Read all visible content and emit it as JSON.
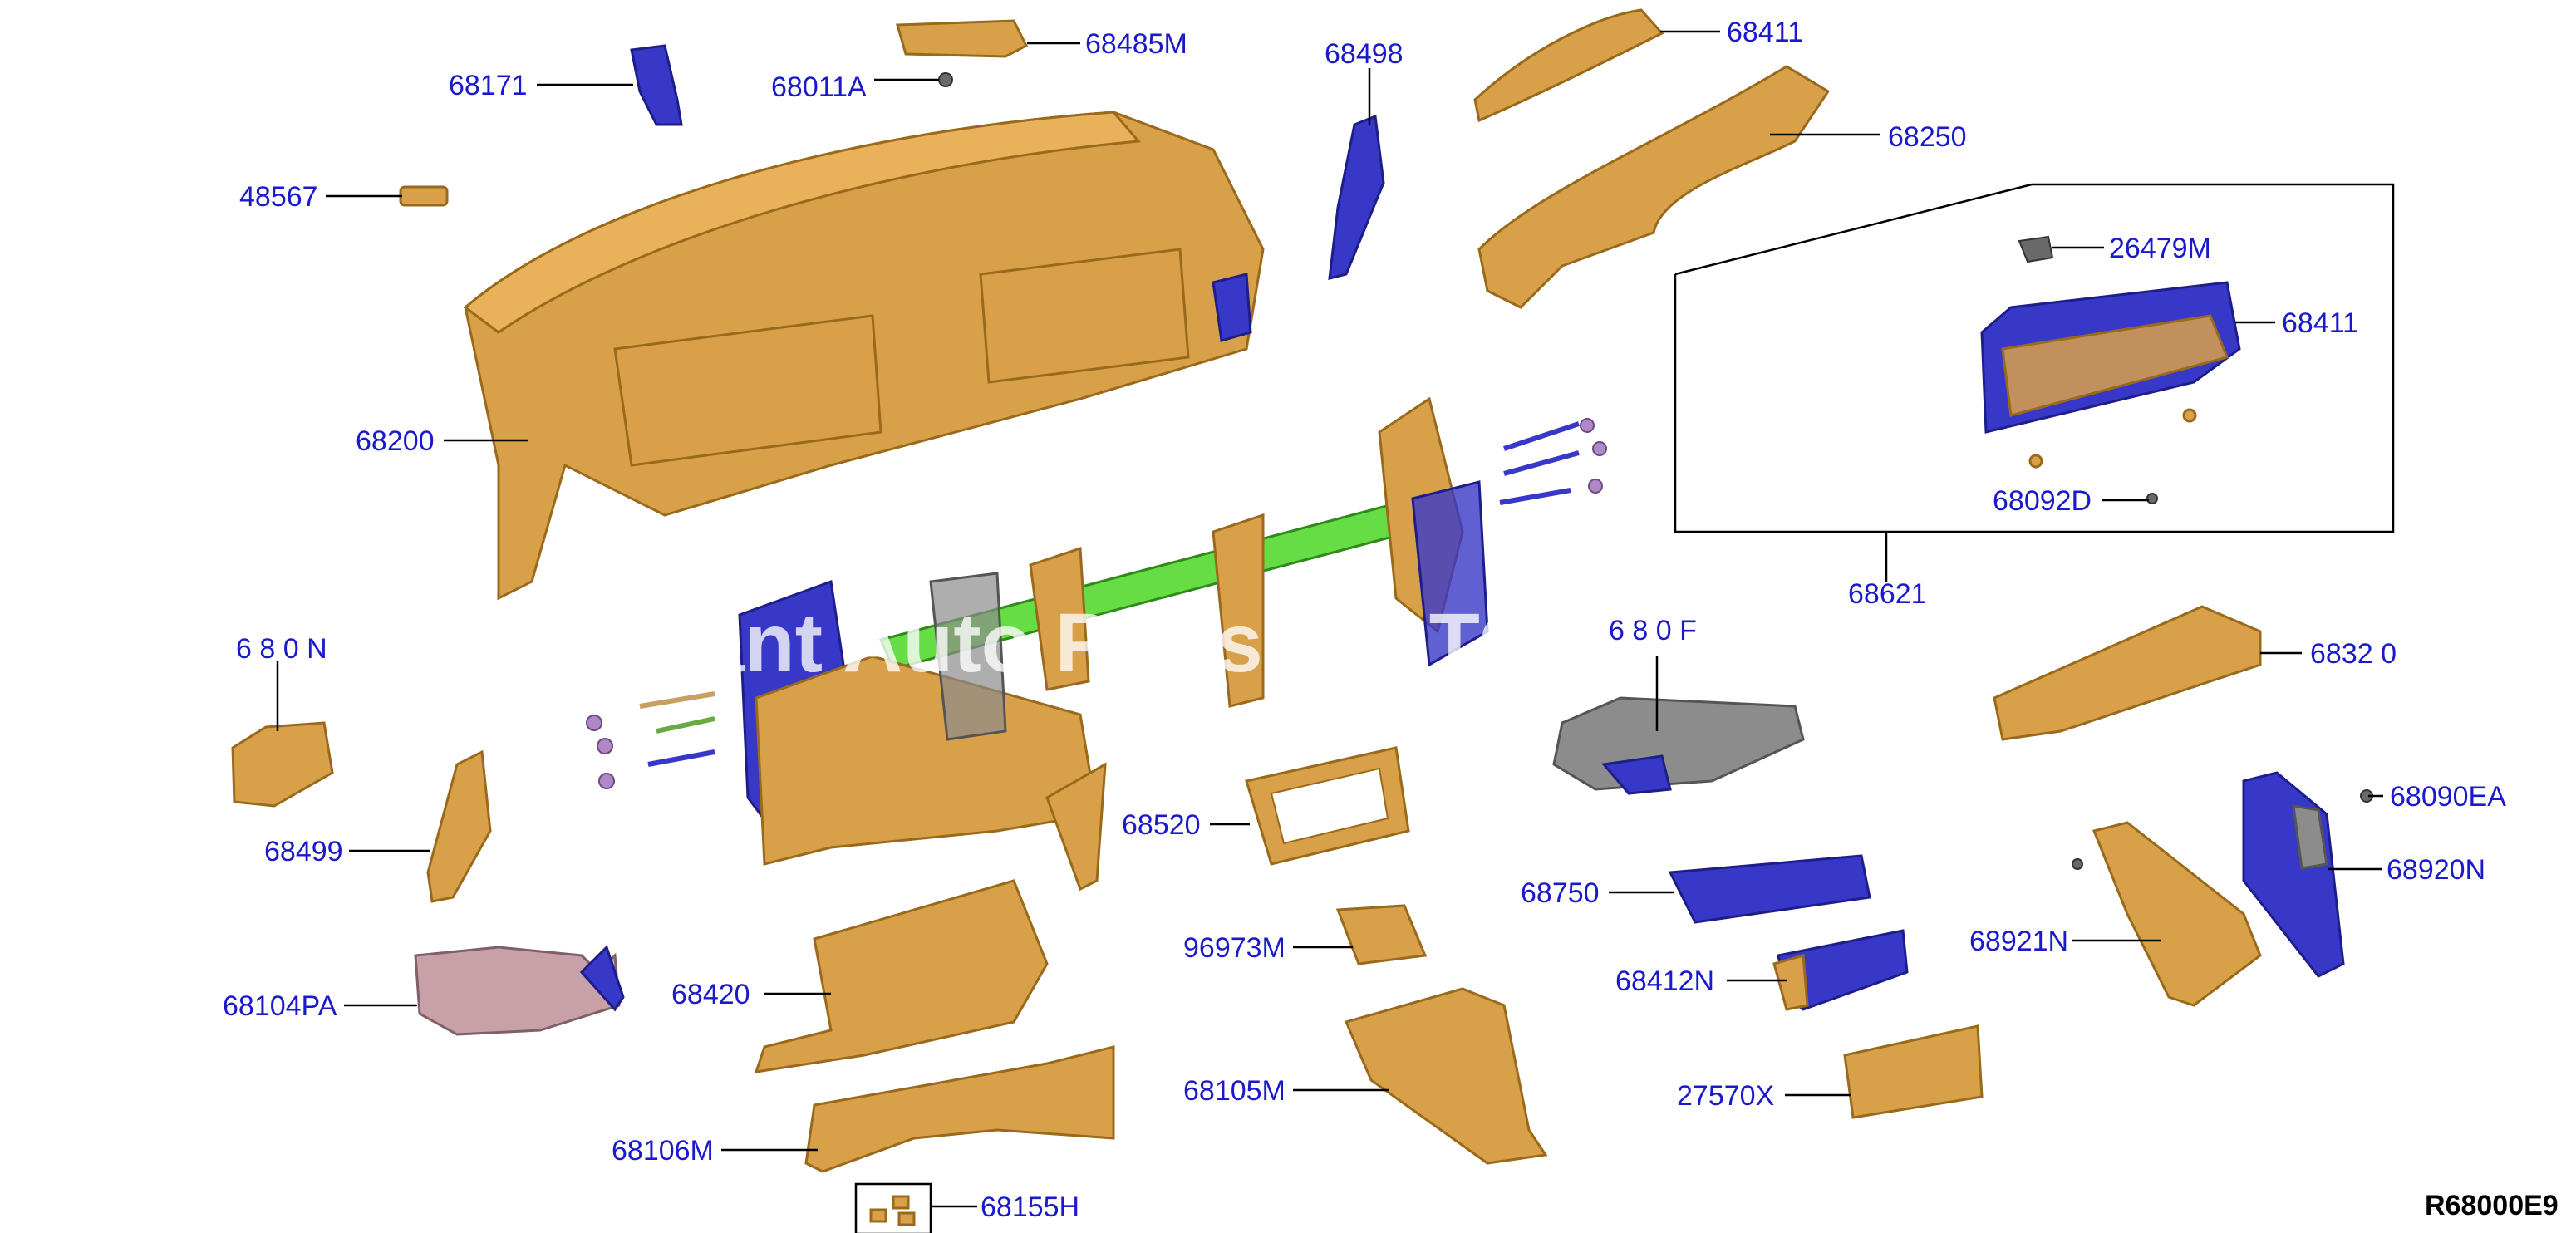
{
  "labels": {
    "p68171": "68171",
    "p48567": "48567",
    "p68011A": "68011A",
    "p68485M": "68485M",
    "p68498": "68498",
    "p68411_top": "68411",
    "p68250": "68250",
    "p26479M": "26479M",
    "p68411_box": "68411",
    "p68092D": "68092D",
    "p68621": "68621",
    "p68200": "68200",
    "p680_N": "6 8 0 N",
    "p6830": "6 8 0 F",
    "p6832": "6832 0",
    "p68499": "68499",
    "p68520": "68520",
    "p68750": "68750",
    "p68090EA": "68090EA",
    "p68920N": "68920N",
    "p68921N": "68921N",
    "p68104PA": "68104PA",
    "p68420": "68420",
    "p96973M": "96973M",
    "p68412N": "68412N",
    "p68105M": "68105M",
    "p27570X": "27570X",
    "p68106M": "68106M",
    "p68155H": "68155H"
  },
  "watermark": "ant Auto Parts O                STOR",
  "reference_code": "R68000E9",
  "colors": {
    "label_blue": "#1a1acc",
    "part_tan": "#d9a04a",
    "part_blue": "#3838c8",
    "beam_green": "#66dd44"
  }
}
